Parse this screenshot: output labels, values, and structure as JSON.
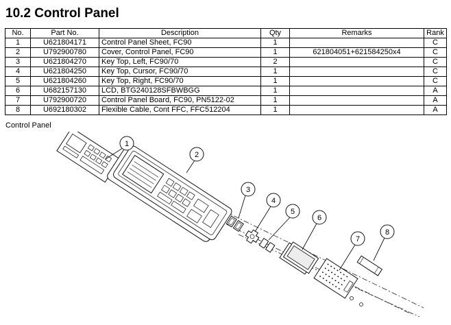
{
  "document": {
    "section_title": "10.2 Control Panel",
    "diagram_caption": "Control Panel"
  },
  "parts_table": {
    "headers": [
      "No.",
      "Part No.",
      "Description",
      "Qty",
      "Remarks",
      "Rank"
    ],
    "rows": [
      {
        "no": "1",
        "part_no": "U621804171",
        "description": "Control Panel Sheet, FC90",
        "qty": "1",
        "remarks": "",
        "rank": "C"
      },
      {
        "no": "2",
        "part_no": "U792900780",
        "description": "Cover, Control Panel, FC90",
        "qty": "1",
        "remarks": "621804051+621584250x4",
        "rank": "C"
      },
      {
        "no": "3",
        "part_no": "U621804270",
        "description": "Key Top, Left, FC90/70",
        "qty": "2",
        "remarks": "",
        "rank": "C"
      },
      {
        "no": "4",
        "part_no": "U621804250",
        "description": "Key Top, Cursor, FC90/70",
        "qty": "1",
        "remarks": "",
        "rank": "C"
      },
      {
        "no": "5",
        "part_no": "U621804260",
        "description": "Key Top, Right, FC90/70",
        "qty": "1",
        "remarks": "",
        "rank": "C"
      },
      {
        "no": "6",
        "part_no": "U682157130",
        "description": "LCD, BTG240128SFBWBGG",
        "qty": "1",
        "remarks": "",
        "rank": "A"
      },
      {
        "no": "7",
        "part_no": "U792900720",
        "description": "Control Panel Board, FC90, PN5122-02",
        "qty": "1",
        "remarks": "",
        "rank": "A"
      },
      {
        "no": "8",
        "part_no": "U692180302",
        "description": "Flexible Cable, Cont FFC, FFC512204",
        "qty": "1",
        "remarks": "",
        "rank": "A"
      }
    ]
  },
  "diagram": {
    "callouts": [
      "1",
      "2",
      "3",
      "4",
      "5",
      "6",
      "7",
      "8"
    ]
  },
  "colors": {
    "background": "#ffffff",
    "text": "#000000",
    "border": "#000000"
  }
}
